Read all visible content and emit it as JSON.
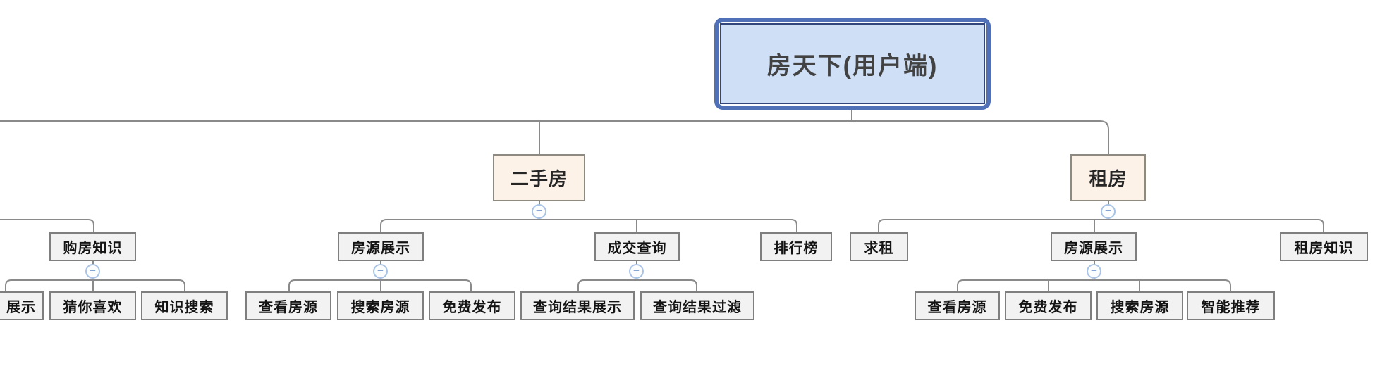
{
  "app": {
    "view": "mindmap-canvas",
    "background": "#ffffff"
  },
  "palette": {
    "line": "#8a8a8a",
    "root_fill": "#cfdff6",
    "root_border_outer": "#5070b8",
    "root_border_inner": "#32457c",
    "root_text": "#424242",
    "level1_fill": "#fdf2e8",
    "level1_border": "#8d8a82",
    "node_fill": "#f2f2f2",
    "node_border": "#7f7f7f",
    "node_text": "#141414",
    "collapse_border": "#a9c3e6",
    "collapse_glyph_color": "#7e9fd2"
  },
  "collapse_icon": {
    "glyph": "−"
  },
  "nodes": {
    "root": "房天下(用户端)",
    "ershoufang": "二手房",
    "zufang": "租房",
    "goufang_zhishi": "购房知识",
    "fangyuan_zhanshi_esf": "房源展示",
    "chengjiao_chaxun": "成交查询",
    "paihangbang": "排行榜",
    "qiuzu": "求租",
    "fangyuan_zhanshi_zf": "房源展示",
    "zufang_zhishi": "租房知识",
    "zhanshi_clipped": "展示",
    "cainixihuan": "猜你喜欢",
    "zhishi_sousuo": "知识搜索",
    "chakan_fangyuan_esf": "查看房源",
    "sousuo_fangyuan_esf": "搜索房源",
    "mianfei_fabu_esf": "免费发布",
    "chaxun_jieguo_zhanshi": "查询结果展示",
    "chaxun_jieguo_guolv": "查询结果过滤",
    "chakan_fangyuan_zf": "查看房源",
    "mianfei_fabu_zf": "免费发布",
    "sousuo_fangyuan_zf": "搜索房源",
    "zhineng_tuijian": "智能推荐"
  },
  "hierarchy": {
    "root": "房天下(用户端)",
    "branches": [
      {
        "label": "二手房",
        "children": [
          {
            "label": "房源展示",
            "children": [
              "查看房源",
              "搜索房源",
              "免费发布"
            ]
          },
          {
            "label": "成交查询",
            "children": [
              "查询结果展示",
              "查询结果过滤"
            ]
          },
          {
            "label": "排行榜",
            "children": []
          }
        ]
      },
      {
        "label": "租房",
        "children": [
          {
            "label": "求租",
            "children": []
          },
          {
            "label": "房源展示",
            "children": [
              "查看房源",
              "免费发布",
              "搜索房源",
              "智能推荐"
            ]
          },
          {
            "label": "租房知识",
            "children": []
          }
        ]
      },
      {
        "label": "(off-screen branch, partially visible)",
        "children": [
          {
            "label": "购房知识",
            "children": [
              "展示",
              "猜你喜欢",
              "知识搜索"
            ]
          }
        ]
      }
    ]
  }
}
